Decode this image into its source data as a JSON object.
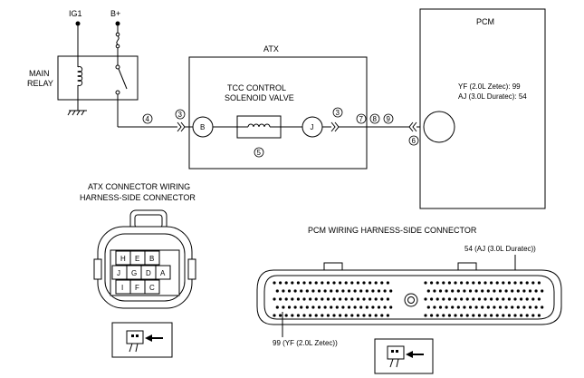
{
  "wiring": {
    "ig1_label": "IG1",
    "bplus_label": "B+",
    "main_relay_line1": "MAIN",
    "main_relay_line2": "RELAY",
    "atx_label": "ATX",
    "tcc_line1": "TCC CONTROL",
    "tcc_line2": "SOLENOID VALVE",
    "pcm_label": "PCM",
    "pcm_yf": "YF (2.0L Zetec): 99",
    "pcm_aj": "AJ (3.0L Duratec): 54",
    "terminal_b": "B",
    "terminal_j": "J",
    "callouts": {
      "c3a": "3",
      "c4": "4",
      "c5": "5",
      "c3b": "3",
      "c7": "7",
      "c8": "8",
      "c9": "9",
      "c6": "6"
    }
  },
  "atx_connector": {
    "title_line1": "ATX CONNECTOR WIRING",
    "title_line2": "HARNESS-SIDE CONNECTOR",
    "row1": [
      "H",
      "E",
      "B"
    ],
    "row2": [
      "J",
      "G",
      "D",
      "A"
    ],
    "row3": [
      "I",
      "F",
      "C"
    ]
  },
  "pcm_connector": {
    "title": "PCM WIRING HARNESS-SIDE CONNECTOR",
    "pin54_label": "54 (AJ (3.0L Duratec))",
    "pin99_label": "99 (YF (2.0L Zetec))"
  }
}
